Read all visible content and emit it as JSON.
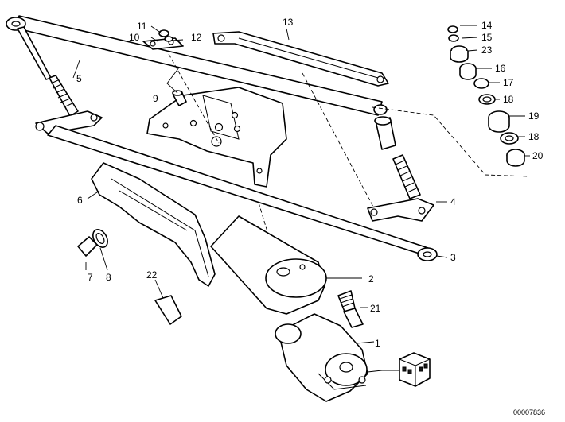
{
  "labels": {
    "p1": "1",
    "p2": "2",
    "p3": "3",
    "p4": "4",
    "p5": "5",
    "p6": "6",
    "p7": "7",
    "p8": "8",
    "p9": "9",
    "p10": "10",
    "p11": "11",
    "p12": "12",
    "p13": "13",
    "p14": "14",
    "p15": "15",
    "p16": "16",
    "p17": "17",
    "p18a": "18",
    "p18b": "18",
    "p19": "19",
    "p20": "20",
    "p21": "21",
    "p22": "22",
    "p23": "23"
  },
  "image_code": "00007836"
}
